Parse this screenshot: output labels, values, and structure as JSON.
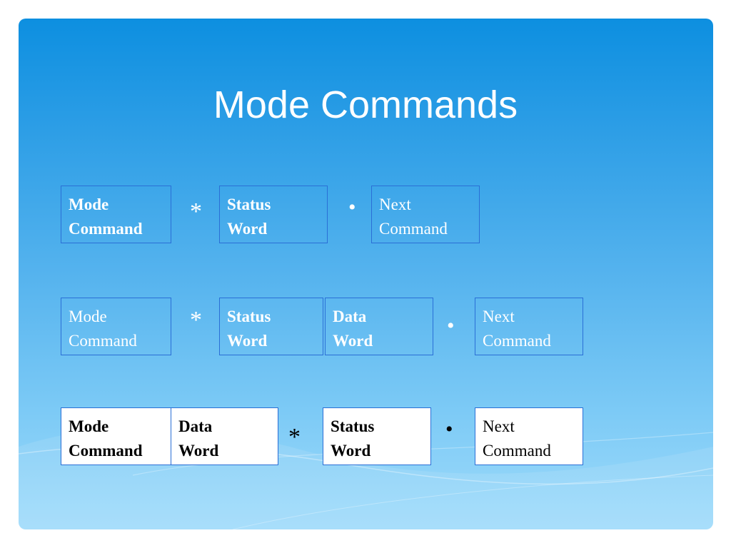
{
  "slide": {
    "title": "Mode Commands",
    "rows": [
      {
        "boxes": [
          {
            "line1": "Mode",
            "line2": "Command",
            "bold": true
          },
          {
            "line1": "Status",
            "line2": "Word",
            "bold": true
          },
          {
            "line1": "Next",
            "line2": "Command",
            "bold": false
          }
        ],
        "star": "*",
        "dot": "•"
      },
      {
        "boxes": [
          {
            "line1": "Mode",
            "line2": "Command",
            "bold": false
          },
          {
            "line1": "Status",
            "line2": "Word",
            "bold": true
          },
          {
            "line1": "Data",
            "line2": "Word",
            "bold": true
          },
          {
            "line1": "Next",
            "line2": "Command",
            "bold": false
          }
        ],
        "star": "*",
        "dot": "•"
      },
      {
        "boxes": [
          {
            "line1": "Mode",
            "line2": "Command",
            "bold": true
          },
          {
            "line1": "Data",
            "line2": "Word",
            "bold": true
          },
          {
            "line1": "Status",
            "line2": "Word",
            "bold": true
          },
          {
            "line1": "Next",
            "line2": "Command",
            "bold": false
          }
        ],
        "star": "*",
        "dot": "•"
      }
    ]
  }
}
